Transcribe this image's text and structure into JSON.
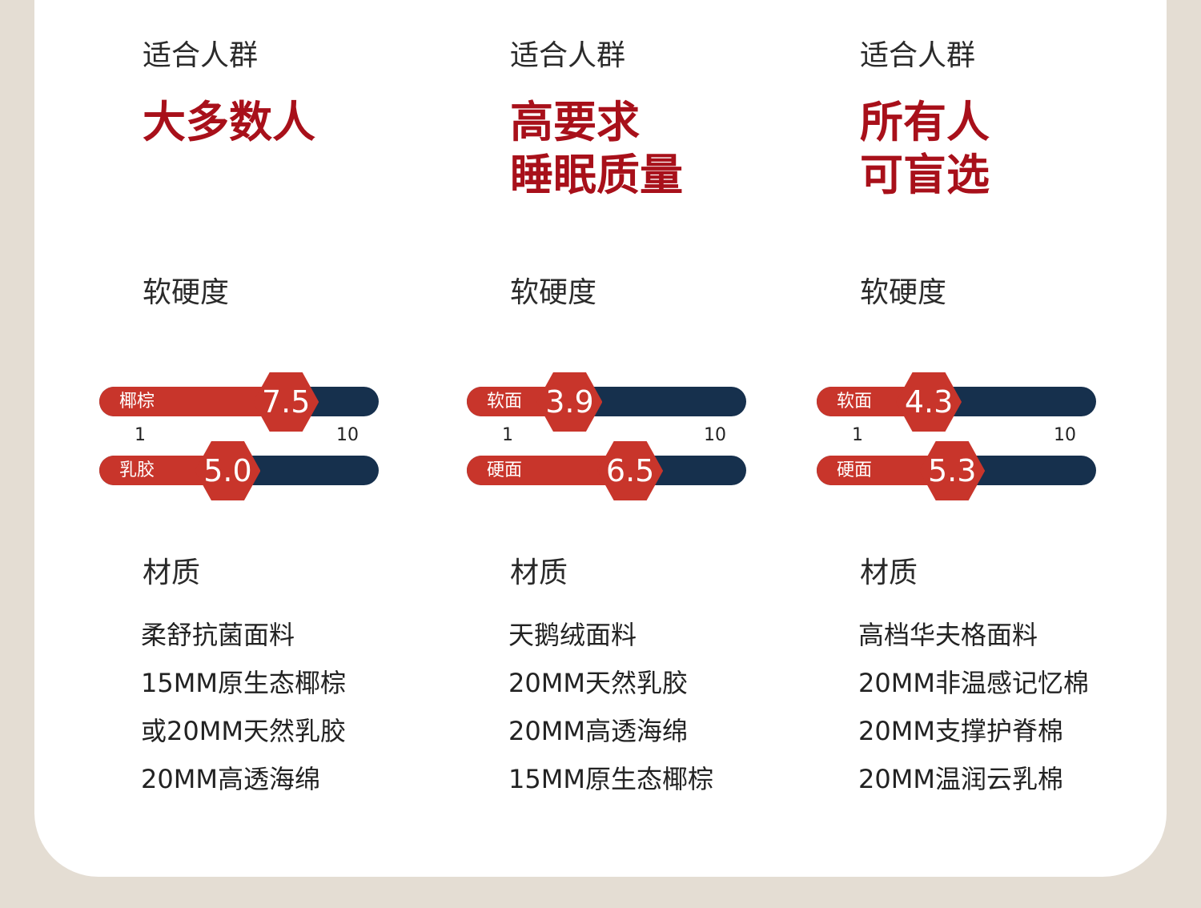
{
  "columns": [
    {
      "suit_label": "适合人群",
      "suit_lines": [
        "大多数人"
      ],
      "hardness_label": "软硬度",
      "bars": [
        {
          "name": "椰棕",
          "value": "7.5",
          "level": 7.5
        },
        {
          "name": "乳胶",
          "value": "5.0",
          "level": 5.0
        }
      ],
      "scale_min": "1",
      "scale_max": "10",
      "material_label": "材质",
      "materials": [
        "柔舒抗菌面料",
        "15MM原生态椰棕",
        "或20MM天然乳胶",
        "20MM高透海绵"
      ]
    },
    {
      "suit_label": "适合人群",
      "suit_lines": [
        "高要求",
        "睡眠质量"
      ],
      "hardness_label": "软硬度",
      "bars": [
        {
          "name": "软面",
          "value": "3.9",
          "level": 3.9
        },
        {
          "name": "硬面",
          "value": "6.5",
          "level": 6.5
        }
      ],
      "scale_min": "1",
      "scale_max": "10",
      "material_label": "材质",
      "materials": [
        "天鹅绒面料",
        "20MM天然乳胶",
        "20MM高透海绵",
        "15MM原生态椰棕"
      ]
    },
    {
      "suit_label": "适合人群",
      "suit_lines": [
        "所有人",
        "可盲选"
      ],
      "hardness_label": "软硬度",
      "bars": [
        {
          "name": "软面",
          "value": "4.3",
          "level": 4.3
        },
        {
          "name": "硬面",
          "value": "5.3",
          "level": 5.3
        }
      ],
      "scale_min": "1",
      "scale_max": "10",
      "material_label": "材质",
      "materials": [
        "高档华夫格面料",
        "20MM非温感记忆棉",
        "20MM支撑护脊棉",
        "20MM温润云乳棉"
      ]
    }
  ],
  "colors": {
    "accent": "#a8101a",
    "bar_fill": "#c8352b",
    "bar_track": "#16304d"
  }
}
